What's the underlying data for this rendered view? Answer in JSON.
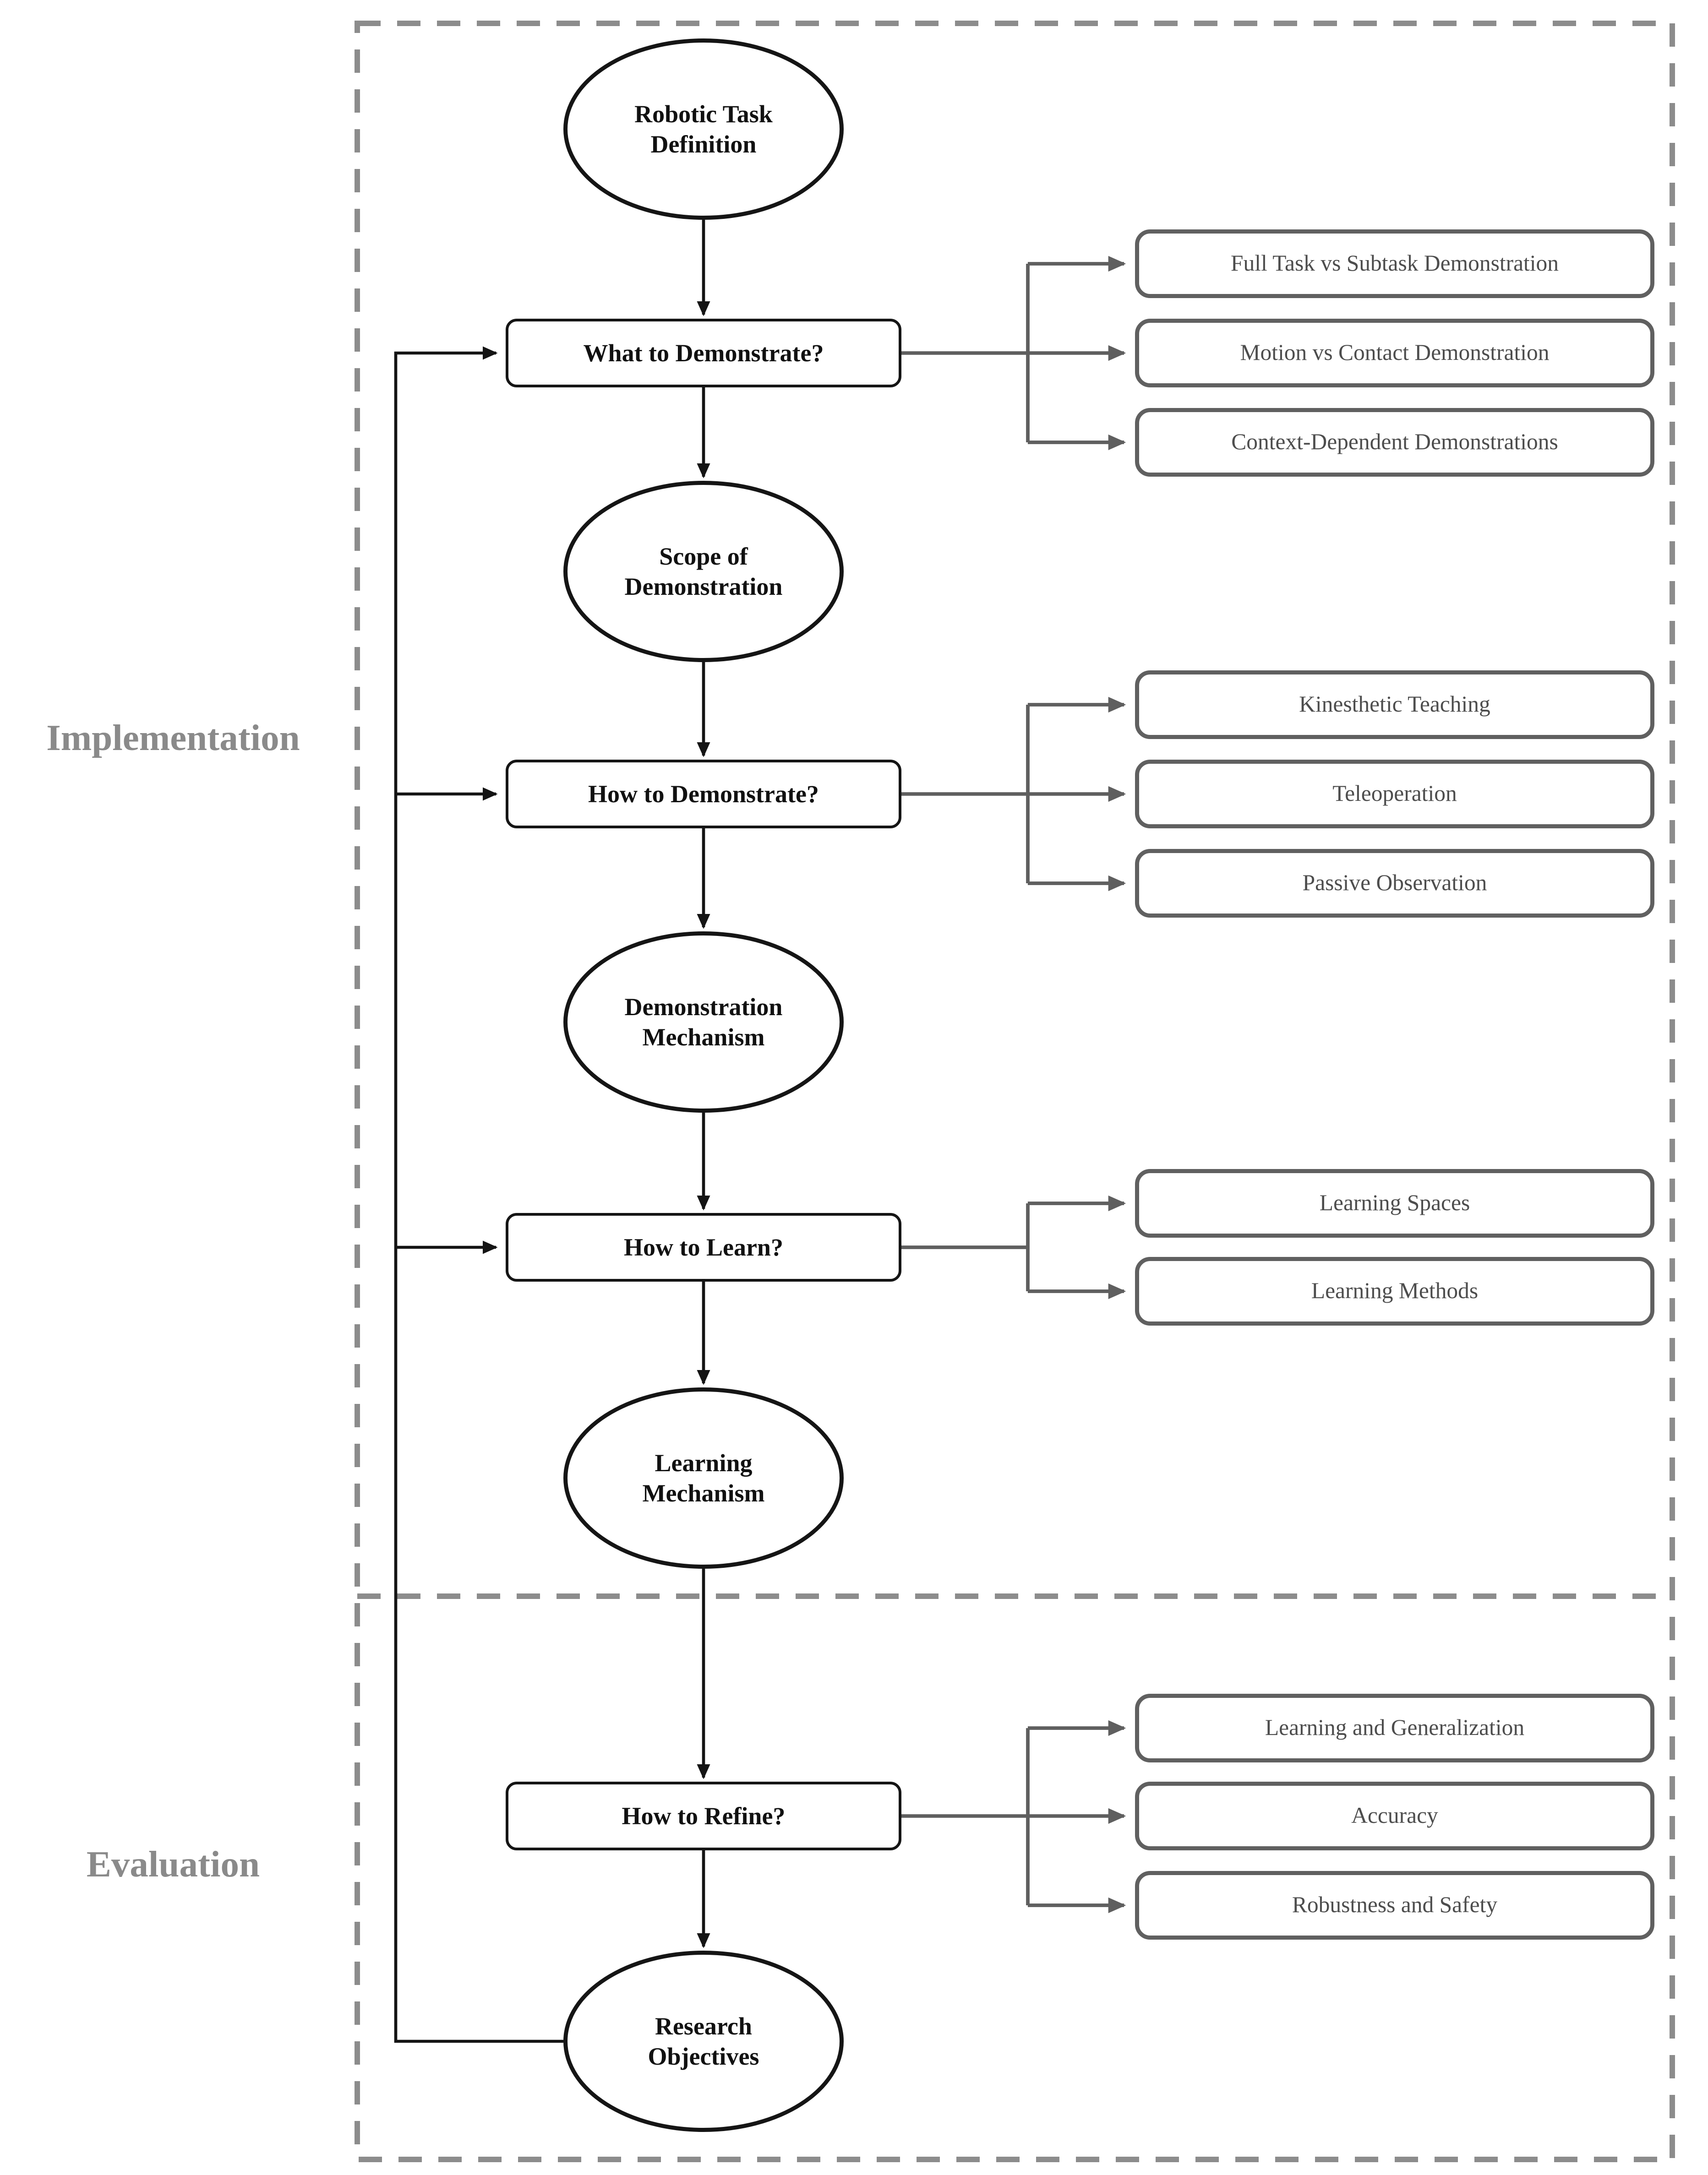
{
  "sections": {
    "implementation": "Implementation",
    "evaluation": "Evaluation"
  },
  "nodes": {
    "robotic_task_definition": "Robotic Task\nDefinition",
    "what_to_demonstrate": "What to Demonstrate?",
    "scope_of_demonstration": "Scope of\nDemonstration",
    "how_to_demonstrate": "How to Demonstrate?",
    "demonstration_mechanism": "Demonstration\nMechanism",
    "how_to_learn": "How to Learn?",
    "learning_mechanism": "Learning\nMechanism",
    "how_to_refine": "How to Refine?",
    "research_objectives": "Research\nObjectives"
  },
  "options": {
    "what_to_demonstrate": [
      "Full Task vs Subtask Demonstration",
      "Motion vs Contact Demonstration",
      "Context-Dependent Demonstrations"
    ],
    "how_to_demonstrate": [
      "Kinesthetic Teaching",
      "Teleoperation",
      "Passive Observation"
    ],
    "how_to_learn": [
      "Learning Spaces",
      "Learning Methods"
    ],
    "how_to_refine": [
      "Learning and Generalization",
      "Accuracy",
      "Robustness and Safety"
    ]
  },
  "colors": {
    "node_stroke": "#151515",
    "option_stroke": "#606060",
    "option_text": "#4d4d4d",
    "connector_gray": "#5f5f5f",
    "connector_black": "#141414",
    "frame_dashed": "#8c8c8c",
    "section_label": "#8a8a8a"
  }
}
